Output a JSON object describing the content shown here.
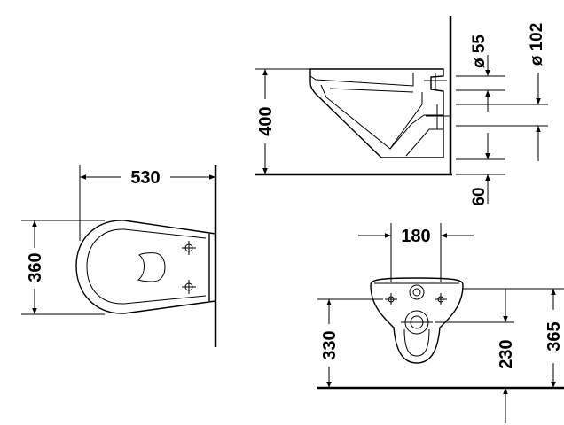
{
  "top_view": {
    "width_label": "530",
    "depth_label": "360"
  },
  "side_view": {
    "height_label": "400",
    "inlet_label": "ø 55",
    "outlet_label": "ø 102",
    "spacing_label": "60"
  },
  "front_view": {
    "hole_spacing_label": "180",
    "floor_height_label": "330",
    "outlet_height_label": "230",
    "inlet_height_label": "365"
  }
}
